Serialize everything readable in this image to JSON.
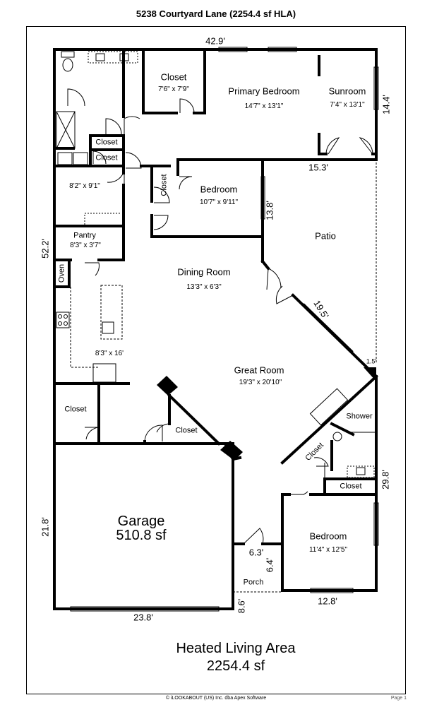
{
  "header": {
    "title": "5238 Courtyard Lane (2254.4 sf HLA)"
  },
  "rooms": {
    "closet_top": {
      "name": "Closet",
      "size": "7'6\" x 7'9\""
    },
    "primary_bedroom": {
      "name": "Primary Bedroom",
      "size": "14'7\" x 13'1\""
    },
    "sunroom": {
      "name": "Sunroom",
      "size": "7'4\" x 13'1\""
    },
    "closet_a": {
      "name": "Closet"
    },
    "closet_b": {
      "name": "Closet"
    },
    "laundry": {
      "size": "8'2\" x 9'1\""
    },
    "closet_vertical": {
      "name": "Closet"
    },
    "bedroom_mid": {
      "name": "Bedroom",
      "size": "10'7\" x 9'11\""
    },
    "patio": {
      "name": "Patio"
    },
    "pantry": {
      "name": "Pantry",
      "size": "8'3\" x 3'7\""
    },
    "oven": {
      "name": "Oven"
    },
    "dining": {
      "name": "Dining Room",
      "size": "13'3\" x 6'3\""
    },
    "kitchen": {
      "size": "8'3\" x 16'"
    },
    "great_room": {
      "name": "Great Room",
      "size": "19'3\" x 20'10\""
    },
    "closet_left": {
      "name": "Closet"
    },
    "closet_center": {
      "name": "Closet"
    },
    "shower": {
      "name": "Shower"
    },
    "closet_diag": {
      "name": "Closet"
    },
    "closet_right": {
      "name": "Closet"
    },
    "garage": {
      "name": "Garage",
      "area": "510.8 sf"
    },
    "bedroom_br": {
      "name": "Bedroom",
      "size": "11'4\" x 12'5\""
    },
    "porch": {
      "name": "Porch"
    }
  },
  "dimensions": {
    "top": "42.9'",
    "sunroom_side": "14.4'",
    "patio_top": "15.3'",
    "bedroom_side": "13.8'",
    "left": "52.2'",
    "diagonal": "19.5'",
    "small": "1.5'",
    "right": "29.8'",
    "garage_side": "21.8'",
    "porch_w": "6.3'",
    "porch_h": "6.4'",
    "garage_bottom": "23.8'",
    "porch_bottom": "8.6'",
    "bedroom_bottom": "12.8'"
  },
  "summary": {
    "line1": "Heated Living Area",
    "line2": "2254.4 sf"
  },
  "footer": {
    "credit": "© iLOOKABOUT (US) Inc. dba Apex Software",
    "page": "Page 1"
  }
}
